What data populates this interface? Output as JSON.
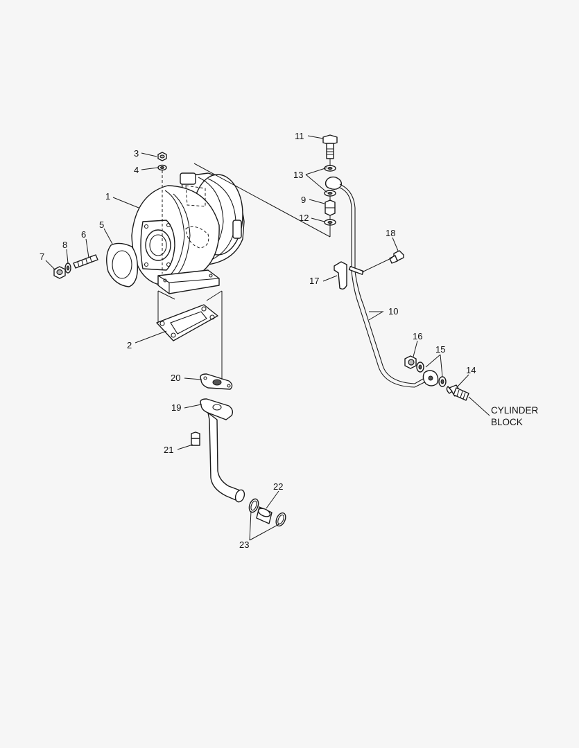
{
  "callouts": {
    "c1": "1",
    "c2": "2",
    "c3": "3",
    "c4": "4",
    "c5": "5",
    "c6": "6",
    "c7": "7",
    "c8": "8",
    "c9": "9",
    "c10": "10",
    "c11": "11",
    "c12": "12",
    "c13": "13",
    "c14": "14",
    "c15": "15",
    "c16": "16",
    "c17": "17",
    "c18": "18",
    "c19": "19",
    "c20": "20",
    "c21": "21",
    "c22": "22",
    "c23": "23"
  },
  "note": {
    "line1": "CYLINDER",
    "line2": "BLOCK"
  },
  "colors": {
    "background": "#f6f6f6",
    "line": "#1a1a1a",
    "shade": "#b9b9b9"
  }
}
